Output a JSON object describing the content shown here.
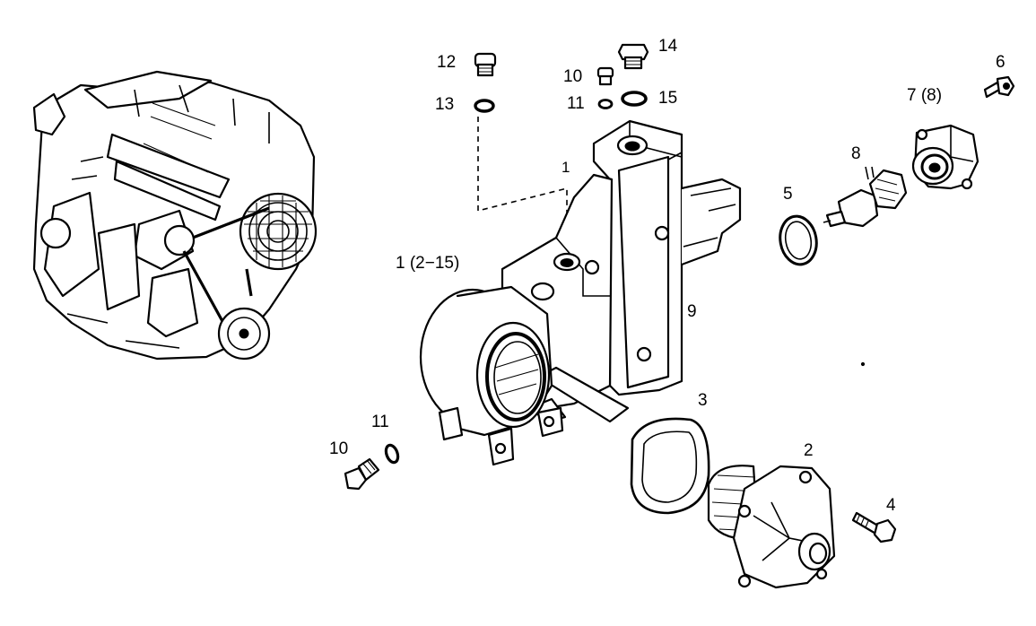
{
  "callouts": {
    "c1": "1 (2−15)",
    "c2": "2",
    "c3": "3",
    "c4": "4",
    "c5": "5",
    "c6": "6",
    "c7": "7 (8)",
    "c8": "8",
    "c9": "9",
    "c10_top": "10",
    "c11_top": "11",
    "c12": "12",
    "c13": "13",
    "c14": "14",
    "c15": "15",
    "c10_bottom": "10",
    "c11_bottom": "11"
  },
  "dashed_ref_label": "1"
}
